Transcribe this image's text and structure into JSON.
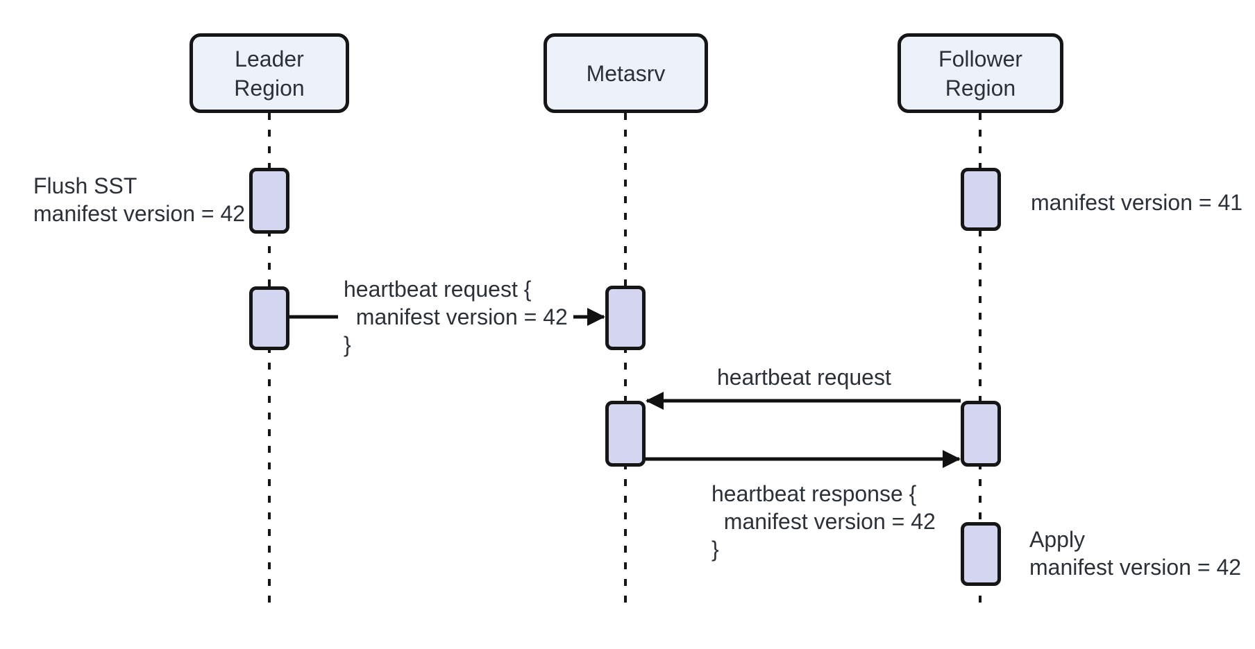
{
  "diagram": {
    "kind": "sequence-diagram",
    "participants": [
      {
        "id": "leader",
        "label_lines": [
          "Leader",
          "Region"
        ]
      },
      {
        "id": "metasrv",
        "label_lines": [
          "Metasrv"
        ]
      },
      {
        "id": "follower",
        "label_lines": [
          "Follower",
          "Region"
        ]
      }
    ],
    "messages": [
      {
        "id": "heartbeat-request-to-metasrv",
        "from": "leader",
        "to": "metasrv",
        "label_lines": [
          "heartbeat request {",
          "  manifest version = 42",
          "}"
        ]
      },
      {
        "id": "heartbeat-request-from-follower",
        "from": "follower",
        "to": "metasrv",
        "label_lines": [
          "heartbeat request"
        ]
      },
      {
        "id": "heartbeat-response-to-follower",
        "from": "metasrv",
        "to": "follower",
        "label_lines": [
          "heartbeat response {",
          "  manifest version = 42",
          "}"
        ]
      }
    ],
    "annotations": [
      {
        "id": "flush-sst",
        "attached_to": "leader",
        "lines": [
          "Flush SST",
          "manifest version = 42"
        ]
      },
      {
        "id": "mv41",
        "attached_to": "follower",
        "lines": [
          "manifest version = 41"
        ]
      },
      {
        "id": "apply",
        "attached_to": "follower",
        "lines": [
          "Apply",
          "manifest version = 42"
        ]
      }
    ],
    "colors": {
      "background": "#FFFFFF",
      "participant_fill": "#EDF1FA",
      "activation_fill": "#D4D6F0",
      "line": "#161616",
      "text": "#2B3138"
    }
  }
}
